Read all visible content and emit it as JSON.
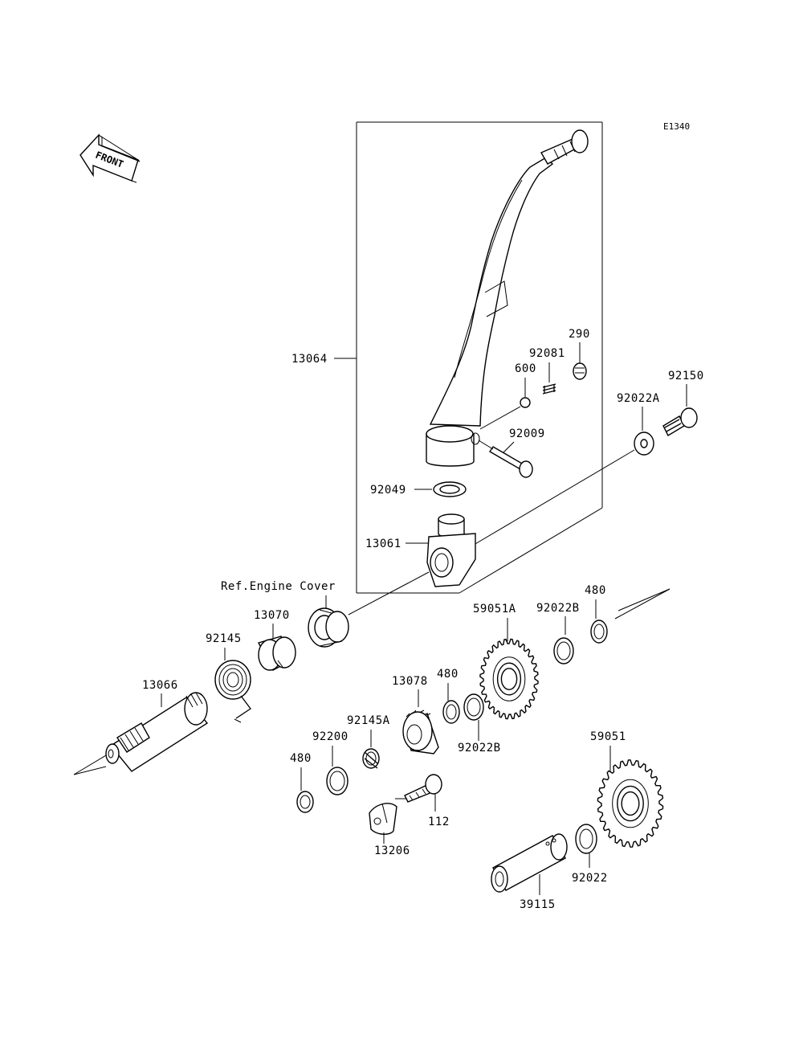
{
  "diagram": {
    "code": "E1340",
    "front_label": "FRONT",
    "reference_note": "Ref.Engine Cover",
    "callouts": {
      "p13064": "13064",
      "p290": "290",
      "p92081": "92081",
      "p600": "600",
      "p92150": "92150",
      "p92022A": "92022A",
      "p92009": "92009",
      "p92049": "92049",
      "p13061": "13061",
      "p480_top": "480",
      "p59051A": "59051A",
      "p92022B_top": "92022B",
      "p13070": "13070",
      "p92145": "92145",
      "p13066": "13066",
      "p13078": "13078",
      "p480_mid": "480",
      "p92145A": "92145A",
      "p92022B_mid": "92022B",
      "p92200": "92200",
      "p480_left": "480",
      "p112": "112",
      "p13206": "13206",
      "p59051": "59051",
      "p92022": "92022",
      "p39115": "39115"
    }
  }
}
